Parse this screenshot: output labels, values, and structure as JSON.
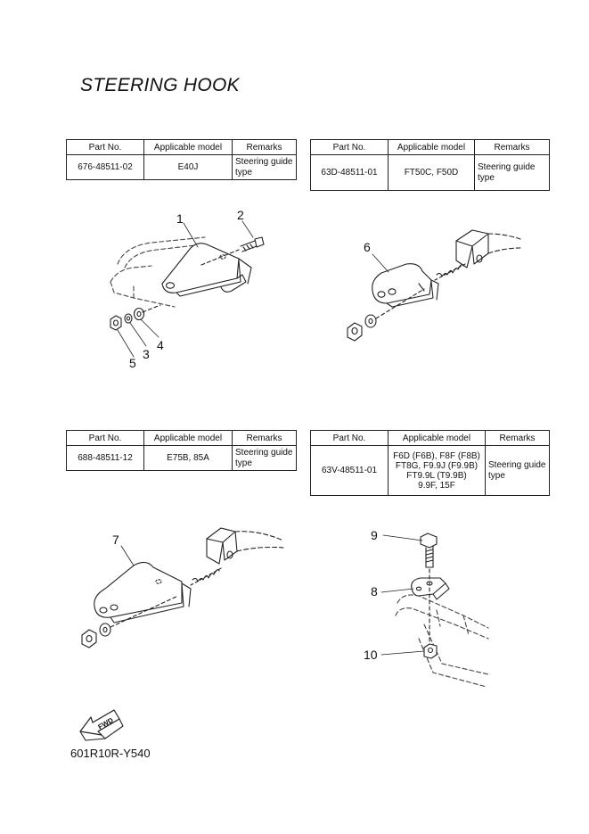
{
  "title": "STEERING HOOK",
  "headers": {
    "part_no": "Part No.",
    "model": "Applicable model",
    "remarks": "Remarks"
  },
  "tables": [
    {
      "part_no": "676-48511-02",
      "model": "E40J",
      "remarks": "Steering guide type"
    },
    {
      "part_no": "63D-48511-01",
      "model": "FT50C, F50D",
      "remarks": "Steering guide type"
    },
    {
      "part_no": "688-48511-12",
      "model": "E75B, 85A",
      "remarks": "Steering guide type"
    },
    {
      "part_no": "63V-48511-01",
      "model_lines": [
        "F6D (F6B), F8F (F8B)",
        "FT8G, F9.9J (F9.9B)",
        "FT9.9L (T9.9B)",
        "9.9F, 15F"
      ],
      "remarks": "Steering guide type"
    }
  ],
  "callouts": {
    "c1": "1",
    "c2": "2",
    "c3": "3",
    "c4": "4",
    "c5": "5",
    "c6": "6",
    "c7": "7",
    "c8": "8",
    "c9": "9",
    "c10": "10"
  },
  "fwd_label": "FWD",
  "diagram_code": "601R10R-Y540"
}
